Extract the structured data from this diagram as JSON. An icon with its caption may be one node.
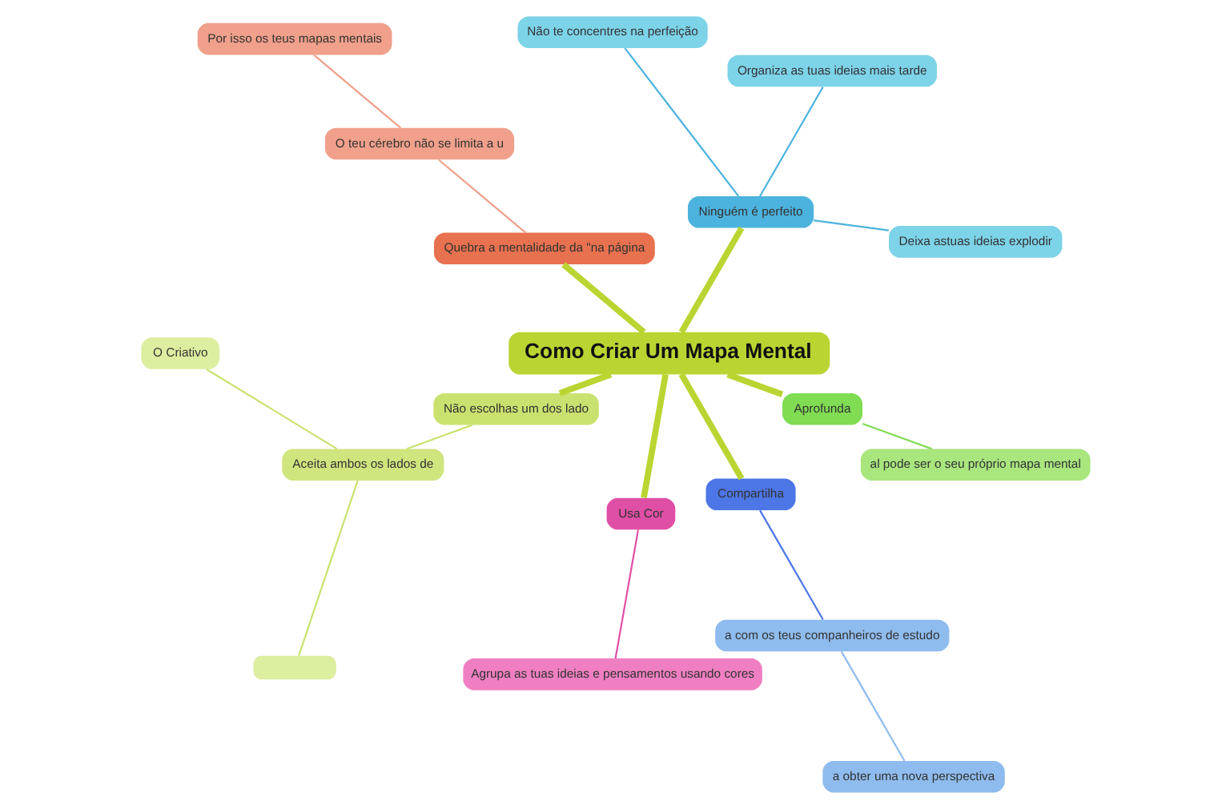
{
  "diagram": {
    "nodes": [
      {
        "text": [
          "Como Criar Um Mapa Mental"
        ]
      },
      {
        "text": [
          "Ninguém é perfeito"
        ]
      },
      {
        "text": [
          "Deixa astuas ideias explodir"
        ]
      },
      {
        "text": [
          "Organiza as tuas ideias mais tarde"
        ]
      },
      {
        "text": [
          "Não te concentres na perfeição"
        ]
      },
      {
        "text": [
          "Quebra a mentalidade da \"na página"
        ]
      },
      {
        "text": [
          "O teu cérebro não se limita a u"
        ]
      },
      {
        "text": [
          "Por isso os teus mapas mentais"
        ]
      },
      {
        "text": [
          "Não escolhas um dos lado"
        ]
      },
      {
        "text": [
          "Aceita ambos os lados de"
        ]
      },
      {
        "text": [
          "O Criativo"
        ]
      },
      {
        "text": [],
        "shape": "box"
      },
      {
        "text": [
          "Usa Cor"
        ]
      },
      {
        "text": [
          "Agrupa as tuas ideias e pensamentos usando cores"
        ]
      },
      {
        "text": [
          "Compartilha"
        ]
      },
      {
        "text": [
          "a com os teus companheiros de estudo"
        ]
      },
      {
        "text": [
          "a obter uma nova perspectiva"
        ]
      },
      {
        "text": [
          "Aprofunda"
        ]
      },
      {
        "text": [
          "al pode ser o seu próprio mapa mental"
        ]
      }
    ],
    "edges": [
      {
        "from": 0,
        "to": 1,
        "arrow": "none",
        "style": "thick"
      },
      {
        "from": 1,
        "to": 2,
        "arrow": "none",
        "color": "#4cb3de"
      },
      {
        "from": 1,
        "to": 3,
        "arrow": "none",
        "color": "#4cb3de"
      },
      {
        "from": 1,
        "to": 4,
        "arrow": "none",
        "color": "#4cb3de"
      },
      {
        "from": 0,
        "to": 5,
        "arrow": "none",
        "style": "thick"
      },
      {
        "from": 5,
        "to": 6,
        "arrow": "none",
        "color": "#f0a08b"
      },
      {
        "from": 6,
        "to": 7,
        "arrow": "none",
        "color": "#f0a08b"
      },
      {
        "from": 0,
        "to": 8,
        "arrow": "none",
        "style": "thick"
      },
      {
        "from": 8,
        "to": 9,
        "arrow": "none",
        "color": "#c9e26f"
      },
      {
        "from": 9,
        "to": 10,
        "arrow": "none",
        "color": "#c9e26f"
      },
      {
        "from": 9,
        "to": 11,
        "arrow": "none",
        "color": "#c9e26f"
      },
      {
        "from": 0,
        "to": 12,
        "arrow": "none",
        "style": "thick"
      },
      {
        "from": 12,
        "to": 13,
        "arrow": "none",
        "color": "#e04fa6"
      },
      {
        "from": 0,
        "to": 14,
        "arrow": "none",
        "style": "thick"
      },
      {
        "from": 14,
        "to": 15,
        "arrow": "none",
        "color": "#4d76e6"
      },
      {
        "from": 15,
        "to": 16,
        "arrow": "none",
        "color": "#8fbcee"
      },
      {
        "from": 0,
        "to": 17,
        "arrow": "none",
        "style": "thick"
      },
      {
        "from": 17,
        "to": 18,
        "arrow": "none",
        "color": "#80dc52"
      }
    ]
  }
}
